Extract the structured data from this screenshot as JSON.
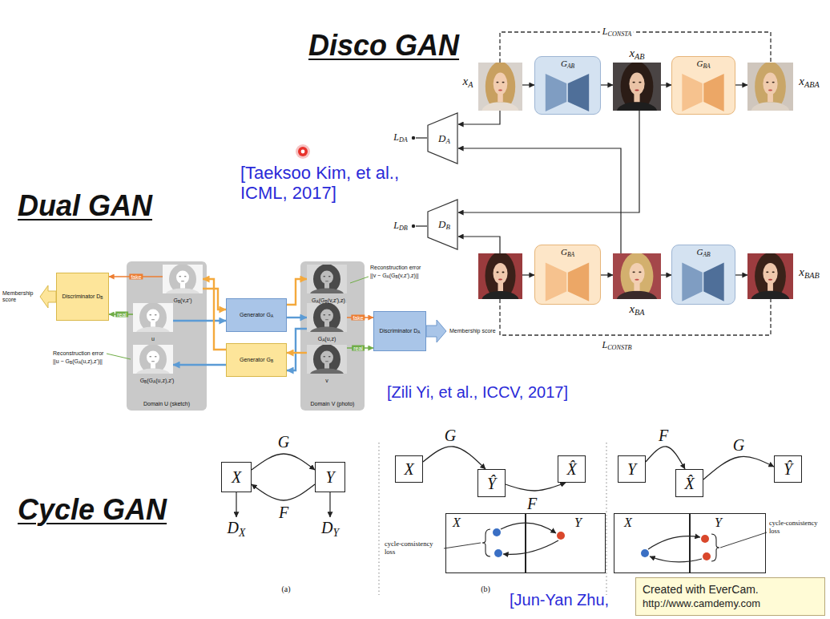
{
  "diagram": {
    "nodes": [
      {
        "text": [
          "xA"
        ]
      },
      {
        "text": [
          "GAB"
        ]
      },
      {
        "text": [
          "xAB"
        ]
      },
      {
        "text": [
          "GBA"
        ]
      },
      {
        "text": [
          "xABA"
        ]
      },
      {
        "text": [
          "DA"
        ]
      },
      {
        "text": [
          "DB"
        ]
      },
      {
        "text": [
          "GBA"
        ]
      },
      {
        "text": [
          "xBA"
        ]
      },
      {
        "text": [
          "GAB"
        ]
      },
      {
        "text": [
          "xBAB"
        ]
      },
      {
        "text": [
          "Discriminator DB"
        ]
      },
      {
        "text": [
          "Domain U (sketch)"
        ]
      },
      {
        "text": [
          "GB(v,z')"
        ],
        "in": 12
      },
      {
        "text": [
          "u"
        ],
        "in": 12
      },
      {
        "text": [
          "GB(GA(u,z),z')"
        ],
        "in": 12
      },
      {
        "text": [
          "Generator GA"
        ]
      },
      {
        "text": [
          "Generator GB"
        ]
      },
      {
        "text": [
          "Domain V (photo)"
        ]
      },
      {
        "text": [
          "GA(GB(v,z'),z)"
        ],
        "in": 18
      },
      {
        "text": [
          "GA(u,z)"
        ],
        "in": 18
      },
      {
        "text": [
          "v"
        ],
        "in": 18
      },
      {
        "text": [
          "Discriminator DA"
        ]
      },
      {
        "text": [
          "X"
        ]
      },
      {
        "text": [
          "Y"
        ]
      },
      {
        "text": [
          "X"
        ]
      },
      {
        "text": [
          "Ŷ"
        ]
      },
      {
        "text": [
          "X̂"
        ]
      },
      {
        "text": [
          "X"
        ]
      },
      {
        "text": [
          "Y"
        ]
      },
      {
        "text": [
          "Y"
        ]
      },
      {
        "text": [
          "X̂"
        ]
      },
      {
        "text": [
          "Ŷ"
        ]
      },
      {
        "text": [
          "X"
        ]
      },
      {
        "text": [
          "Y"
        ]
      },
      {
        "text": [
          "Created with EverCam.",
          "http://www.camdemy.com"
        ]
      }
    ],
    "edges": [
      {
        "from": 0,
        "to": 1,
        "arrow": "to"
      },
      {
        "from": 1,
        "to": 2,
        "arrow": "to"
      },
      {
        "from": 2,
        "to": 3,
        "arrow": "to"
      },
      {
        "from": 3,
        "to": 4,
        "arrow": "to"
      },
      {
        "from": 0,
        "to": 5,
        "arrow": "to"
      },
      {
        "from": 8,
        "to": 5,
        "arrow": "to"
      },
      {
        "from": 2,
        "to": 6,
        "arrow": "to"
      },
      {
        "from": 7,
        "to": 8,
        "arrow": "to"
      },
      {
        "from": 8,
        "to": 9,
        "arrow": "to"
      },
      {
        "from": 9,
        "to": 10,
        "arrow": "to"
      },
      {
        "from": 14,
        "to": 16,
        "arrow": "to"
      },
      {
        "from": 16,
        "to": 20,
        "arrow": "to"
      },
      {
        "from": 20,
        "to": 17,
        "arrow": "to"
      },
      {
        "from": 17,
        "to": 15,
        "arrow": "to"
      },
      {
        "from": 21,
        "to": 17,
        "arrow": "to"
      },
      {
        "from": 17,
        "to": 13,
        "arrow": "to"
      },
      {
        "from": 13,
        "to": 16,
        "arrow": "to"
      },
      {
        "from": 16,
        "to": 19,
        "arrow": "to"
      },
      {
        "from": 13,
        "to": 11,
        "label": "fake",
        "arrow": "to"
      },
      {
        "from": 14,
        "to": 11,
        "label": "real",
        "arrow": "to"
      },
      {
        "from": 20,
        "to": 22,
        "label": "fake",
        "arrow": "to"
      },
      {
        "from": 21,
        "to": 22,
        "label": "real",
        "arrow": "to"
      },
      {
        "from": 23,
        "to": 24,
        "label": "G",
        "arrow": "to"
      },
      {
        "from": 24,
        "to": 23,
        "label": "F",
        "arrow": "to"
      },
      {
        "from": 25,
        "to": 26,
        "label": "G",
        "arrow": "to"
      },
      {
        "from": 26,
        "to": 27,
        "label": "F",
        "arrow": "to"
      },
      {
        "from": 30,
        "to": 31,
        "label": "F",
        "arrow": "to"
      },
      {
        "from": 31,
        "to": 32,
        "label": "G",
        "arrow": "to"
      }
    ],
    "labels": [
      "Disco GAN",
      "LCONSTA",
      "LDA",
      "[Taeksoo Kim, et al., ICML, 2017]",
      "LDB",
      "LCONSTB",
      "Dual GAN",
      "Reconstruction error",
      "||v − GA(GB(v,z'),z)||",
      "Membership score",
      "Reconstruction error",
      "||u − GB(GA(u,z),z')||",
      "Membership score",
      "[Zili Yi, et al., ICCV, 2017]",
      "Cycle GAN",
      "DX",
      "DY",
      "cycle-consistency loss",
      "cycle-consistency loss",
      "(a)",
      "(b)",
      "[Jun-Yan Zhu,"
    ]
  }
}
